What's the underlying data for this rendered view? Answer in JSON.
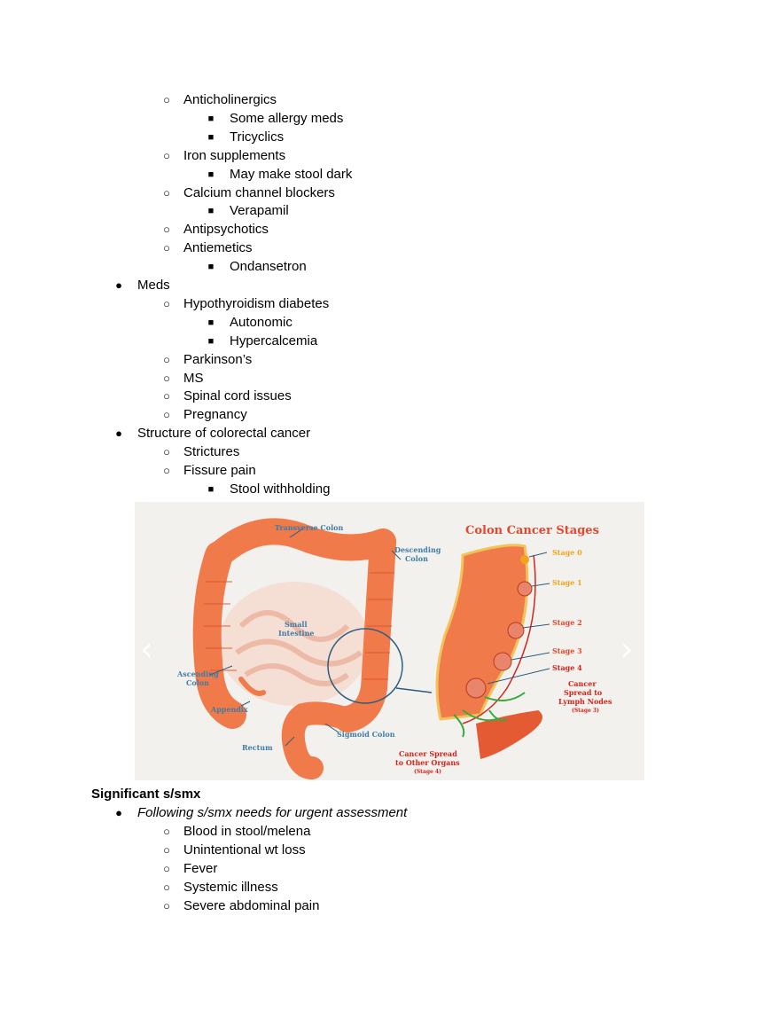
{
  "list_top": [
    {
      "level": 2,
      "text": "Anticholinergics"
    },
    {
      "level": 3,
      "text": "Some allergy meds"
    },
    {
      "level": 3,
      "text": "Tricyclics"
    },
    {
      "level": 2,
      "text": "Iron supplements"
    },
    {
      "level": 3,
      "text": "May make stool dark"
    },
    {
      "level": 2,
      "text": "Calcium channel blockers"
    },
    {
      "level": 3,
      "text": "Verapamil"
    },
    {
      "level": 2,
      "text": "Antipsychotics"
    },
    {
      "level": 2,
      "text": "Antiemetics"
    },
    {
      "level": 3,
      "text": "Ondansetron"
    },
    {
      "level": 1,
      "text": "Meds"
    },
    {
      "level": 2,
      "text": "Hypothyroidism diabetes"
    },
    {
      "level": 3,
      "text": "Autonomic"
    },
    {
      "level": 3,
      "text": "Hypercalcemia"
    },
    {
      "level": 2,
      "text": "Parkinson’s"
    },
    {
      "level": 2,
      "text": "MS"
    },
    {
      "level": 2,
      "text": "Spinal cord issues"
    },
    {
      "level": 2,
      "text": "Pregnancy"
    },
    {
      "level": 1,
      "text": "Structure of colorectal cancer"
    },
    {
      "level": 2,
      "text": "Strictures"
    },
    {
      "level": 2,
      "text": "Fissure pain"
    },
    {
      "level": 3,
      "text": "Stool withholding"
    }
  ],
  "bullets": {
    "level1": "●",
    "level2": "○",
    "level3": "■"
  },
  "figure": {
    "title": "Colon Cancer Stages",
    "labels": {
      "transverse": "Transverse Colon",
      "descending_1": "Descending",
      "descending_2": "Colon",
      "small_1": "Small",
      "small_2": "Intestine",
      "ascending_1": "Ascending",
      "ascending_2": "Colon",
      "appendix": "Appendix",
      "rectum": "Rectum",
      "sigmoid": "Sigmoid Colon"
    },
    "stages": [
      "Stage 0",
      "Stage 1",
      "Stage 2",
      "Stage 3",
      "Stage 4"
    ],
    "spread_lymph": [
      "Cancer",
      "Spread to",
      "Lymph Nodes",
      "(Stage 3)"
    ],
    "spread_organs": [
      "Cancer Spread",
      "to Other Organs",
      "(Stage 4)"
    ],
    "nav_prev": "‹",
    "nav_next": "›",
    "colors": {
      "colon": "#f07a4a",
      "colon_dark": "#d9542c",
      "title": "#e4472e",
      "label_blue": "#3f7ca6",
      "stage_orange": "#f2a51c",
      "stage_red": "#d4241c"
    }
  },
  "section": {
    "heading": "Significant s/smx",
    "items": [
      {
        "level": 1,
        "text": "Following s/smx needs for urgent assessment",
        "italic": true
      },
      {
        "level": 2,
        "text": "Blood in stool/melena"
      },
      {
        "level": 2,
        "text": "Unintentional wt loss"
      },
      {
        "level": 2,
        "text": "Fever"
      },
      {
        "level": 2,
        "text": "Systemic illness"
      },
      {
        "level": 2,
        "text": "Severe abdominal pain"
      }
    ]
  }
}
